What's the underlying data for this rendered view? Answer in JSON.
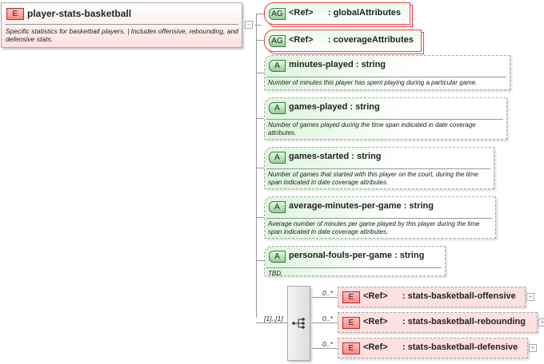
{
  "root": {
    "badge": "E",
    "name": "player-stats-basketball",
    "description": "Specific statistics for basketball players. | Includes offensive, rebounding, and defensive stats.",
    "collapse_icon": "minus-icon"
  },
  "attribute_groups": [
    {
      "badge": "AG",
      "ref": "<Ref>",
      "name": ": globalAttributes"
    },
    {
      "badge": "AG",
      "ref": "<Ref>",
      "name": ": coverageAttributes"
    }
  ],
  "attributes": [
    {
      "badge": "A",
      "name": "minutes-played : string",
      "description": "Number of minutes this player has spent playing during a particular game."
    },
    {
      "badge": "A",
      "name": "games-played : string",
      "description": "Number of games played during the time span indicated in date coverage attributes."
    },
    {
      "badge": "A",
      "name": "games-started : string",
      "description": "Number of games that started with this player on the court, during the time span indicated in date coverage attributes."
    },
    {
      "badge": "A",
      "name": "average-minutes-per-game : string",
      "description": "Average number of minutes per game played by this player during the time span indicated in date coverage attributes."
    },
    {
      "badge": "A",
      "name": "personal-fouls-per-game : string",
      "description": "TBD."
    }
  ],
  "sequence": {
    "occurrence": "[1]..[1]",
    "icon": "sequence-icon"
  },
  "children": [
    {
      "badge": "E",
      "ref": "<Ref>",
      "name": ": stats-basketball-offensive",
      "occurrence": "0..*",
      "expand_icon": "plus-icon"
    },
    {
      "badge": "E",
      "ref": "<Ref>",
      "name": ": stats-basketball-rebounding",
      "occurrence": "0..*",
      "expand_icon": "plus-icon"
    },
    {
      "badge": "E",
      "ref": "<Ref>",
      "name": ": stats-basketball-defensive",
      "occurrence": "0..*",
      "expand_icon": "plus-icon"
    }
  ],
  "colors": {
    "element": "#fde0e0",
    "attribute": "#dcf5dc",
    "ref_border": "#e44"
  }
}
